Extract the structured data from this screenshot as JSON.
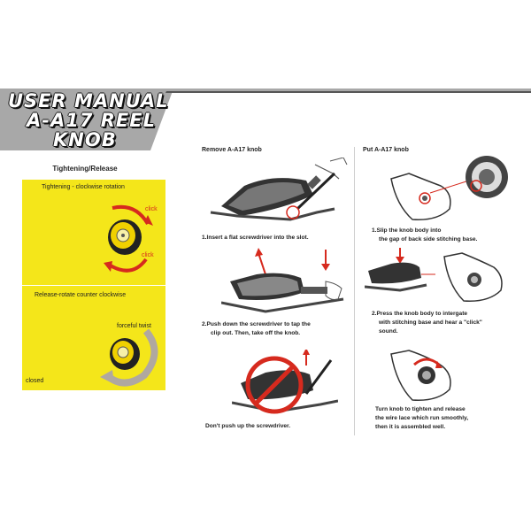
{
  "header": {
    "title_line1": "USER MANUAL",
    "title_line2": "A-A17 REEL",
    "title_line3": "KNOB"
  },
  "left_section": {
    "title": "Tightening/Release",
    "tightening_label": "Tightening - clockwise rotation",
    "click_label_top": "click",
    "click_label_bottom": "click",
    "release_label": "Release-rotate counter clockwise",
    "forceful_label": "forceful twist",
    "closed_label": "closed"
  },
  "remove_section": {
    "heading": "Remove A-A17 knob",
    "step1": "1.Insert a flat screwdriver into the slot.",
    "step2_line1": "2.Push down the screwdriver to tap the",
    "step2_line2": "clip out. Then, take off the knob.",
    "warning": "Don't push up the screwdriver."
  },
  "put_section": {
    "heading": "Put A-A17 knob",
    "step1_line1": "1.Slip the knob body into",
    "step1_line2": "the gap of back side stitching base.",
    "step2_line1": "2.Press the knob body to intergate",
    "step2_line2": "with stitching base and hear a \"click\"",
    "step2_line3": "sound.",
    "step3_line1": "Turn knob to tighten and release",
    "step3_line2": "the wire lace which run smoothly,",
    "step3_line3": "then it is assembled well."
  },
  "colors": {
    "panel_yellow": "#f4e61a",
    "accent_red": "#d62a1e",
    "banner_gray": "#a8a8a8",
    "knob_yellow": "#f0d000"
  }
}
